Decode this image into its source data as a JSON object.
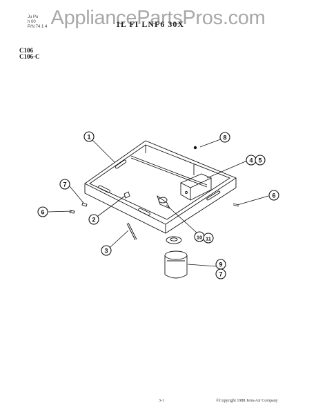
{
  "watermark": "AppliancePartsPros.com",
  "header": {
    "line1": "Ju Pu",
    "line2": "h 00",
    "line3": "P/N 74 1 4",
    "title": "1L FI LNF6 30X"
  },
  "models": [
    "C106",
    "C106-C"
  ],
  "callouts": [
    "1",
    "2",
    "3",
    "4",
    "5",
    "6",
    "6",
    "7",
    "7",
    "8",
    "9",
    "10",
    "11"
  ],
  "footer": {
    "page": "3-1",
    "copyright": "©Copyright 1988 Jenn-Air Company"
  }
}
